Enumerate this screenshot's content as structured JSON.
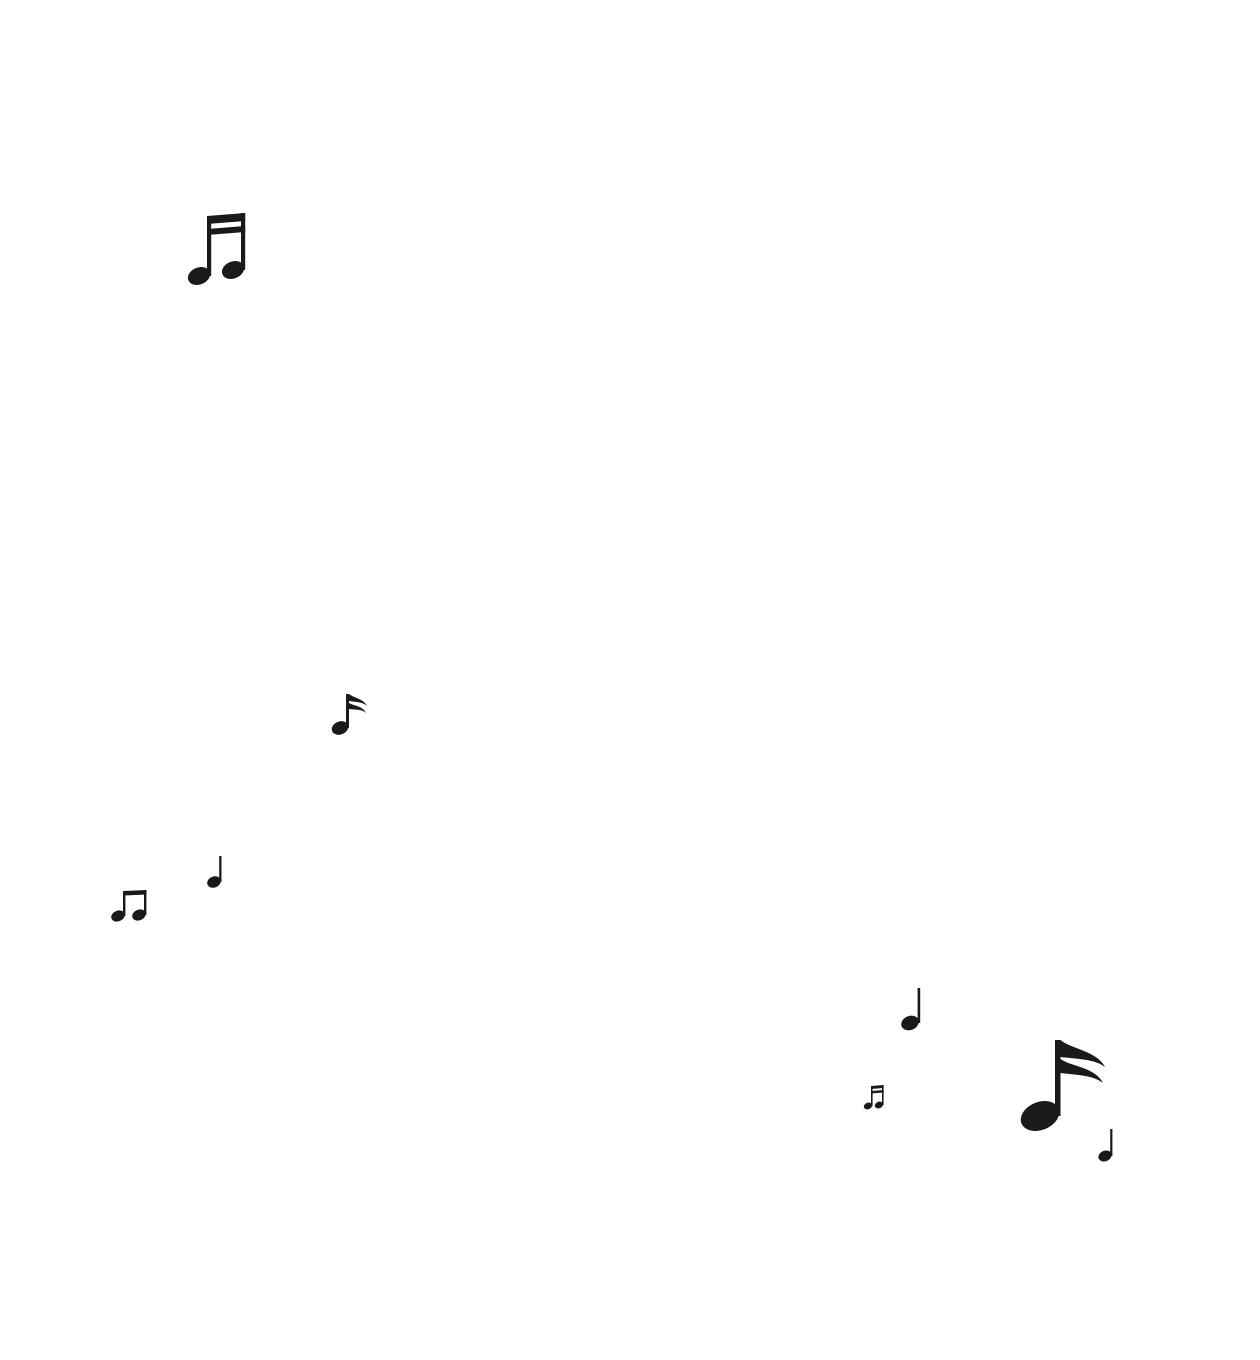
{
  "colors": {
    "background": "#ffffff",
    "ink": "#1a1a1a"
  },
  "notes": [
    {
      "id": "n1",
      "icon": "beamed-sixteenth-notes-icon"
    },
    {
      "id": "n2",
      "icon": "sixteenth-note-icon"
    },
    {
      "id": "n3",
      "icon": "quarter-note-icon"
    },
    {
      "id": "n4",
      "icon": "beamed-eighth-notes-icon"
    },
    {
      "id": "n5",
      "icon": "quarter-note-icon"
    },
    {
      "id": "n6",
      "icon": "beamed-sixteenth-notes-icon"
    },
    {
      "id": "n7",
      "icon": "sixteenth-note-icon"
    },
    {
      "id": "n8",
      "icon": "quarter-note-icon"
    }
  ]
}
